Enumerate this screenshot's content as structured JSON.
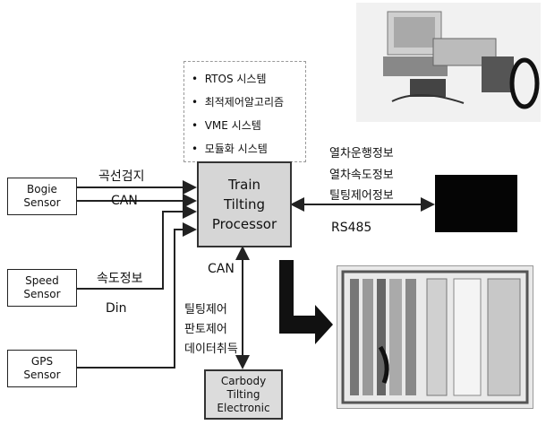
{
  "features": [
    "RTOS 시스템",
    "최적제어알고리즘",
    "VME 시스템",
    "모듈화 시스템"
  ],
  "processor": [
    "Train",
    "Tilting",
    "Processor"
  ],
  "sensors": {
    "bogie": [
      "Bogie",
      "Sensor"
    ],
    "speed": [
      "Speed",
      "Sensor"
    ],
    "gps": [
      "GPS",
      "Sensor"
    ]
  },
  "carbody": [
    "Carbody",
    "Tilting",
    "Electronic"
  ],
  "labels": {
    "curve_detect": "곡선검지",
    "can_top": "CAN",
    "speed_info": "속도정보",
    "din": "Din",
    "can_bottom": "CAN",
    "rs485": "RS485"
  },
  "right_info": [
    "열차운행정보",
    "열차속도정보",
    "틸팅제어정보"
  ],
  "down_info": [
    "틸팅제어",
    "판토제어",
    "데이터취득"
  ]
}
